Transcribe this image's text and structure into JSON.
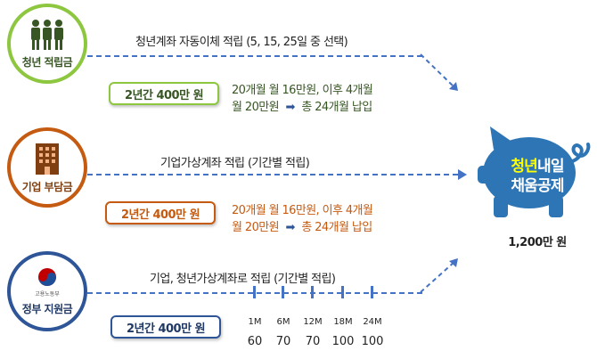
{
  "colors": {
    "youth": "#8dc63f",
    "company": "#c55a11",
    "government": "#2e5597",
    "dashed_line": "#4472c4",
    "pig": "#2e75b6",
    "youth_text": "#375623",
    "company_text": "#c55a11"
  },
  "youth": {
    "label": "청년 적립금",
    "line_text": "청년계좌 자동이체 적립 (5, 15, 25일 중 선택)",
    "box_text": "2년간 400만 원",
    "note_line1": "20개월 월 16만원, 이후 4개월",
    "note_line2_a": "월 20만원",
    "note_arrow": "➡",
    "note_line2_b": "총 24개월 납입"
  },
  "company": {
    "label": "기업 부담금",
    "line_text": "기업가상계좌 적립 (기간별 적립)",
    "box_text": "2년간 400만 원",
    "note_line1": "20개월 월 16만원, 이후 4개월",
    "note_line2_a": "월 20만원",
    "note_arrow": "➡",
    "note_line2_b": "총 24개월 납입"
  },
  "government": {
    "label": "정부 지원금",
    "ministry": "고용노동부",
    "line_text": "기업, 청년가상계좌로 적립 (기간별 적립)",
    "box_text": "2년간 400만 원",
    "schedule": [
      {
        "month": "1M",
        "value": "60"
      },
      {
        "month": "6M",
        "value": "70"
      },
      {
        "month": "12M",
        "value": "70"
      },
      {
        "month": "18M",
        "value": "100"
      },
      {
        "month": "24M",
        "value": "100"
      }
    ]
  },
  "pig": {
    "title_highlight": "청년",
    "title_rest": "내일",
    "title_line2": "채움공제",
    "total": "1,200만 원"
  }
}
